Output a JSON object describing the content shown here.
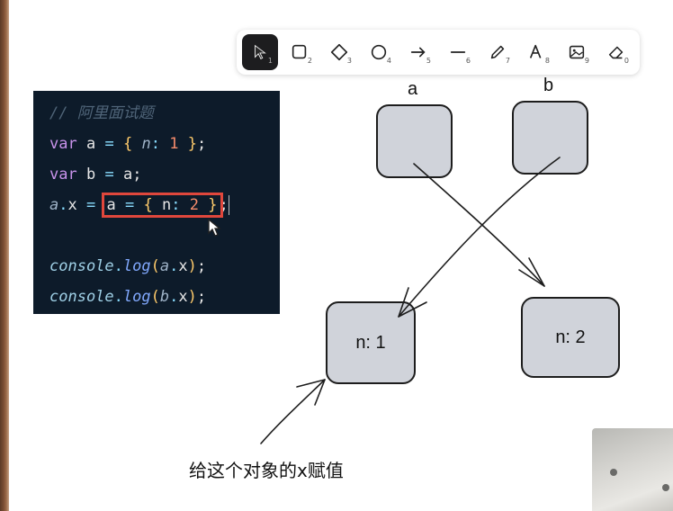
{
  "toolbar": {
    "tools": [
      {
        "name": "selection",
        "key": "1",
        "active": true
      },
      {
        "name": "rectangle",
        "key": "2"
      },
      {
        "name": "diamond",
        "key": "3"
      },
      {
        "name": "ellipse",
        "key": "4"
      },
      {
        "name": "arrow",
        "key": "5"
      },
      {
        "name": "line",
        "key": "6"
      },
      {
        "name": "draw",
        "key": "7"
      },
      {
        "name": "text",
        "key": "8"
      },
      {
        "name": "image",
        "key": "9"
      },
      {
        "name": "eraser",
        "key": "0"
      }
    ]
  },
  "code": {
    "comment": "// 阿里面试题",
    "line1_kw": "var",
    "line1_var": "a",
    "line1_key": "n",
    "line1_val": "1",
    "line2_kw": "var",
    "line2_var": "b",
    "line2_rhs": "a",
    "line3_obj": "a",
    "line3_prop": "x",
    "line3_var": "a",
    "line3_key": "n",
    "line3_val": "2",
    "console": "console",
    "log": "log",
    "log1_obj": "a",
    "log1_prop": "x",
    "log2_obj": "b",
    "log2_prop": "x"
  },
  "diagram": {
    "label_a": "a",
    "label_b": "b",
    "box_n1": "n: 1",
    "box_n2": "n: 2",
    "caption": "给这个对象的x赋值"
  }
}
